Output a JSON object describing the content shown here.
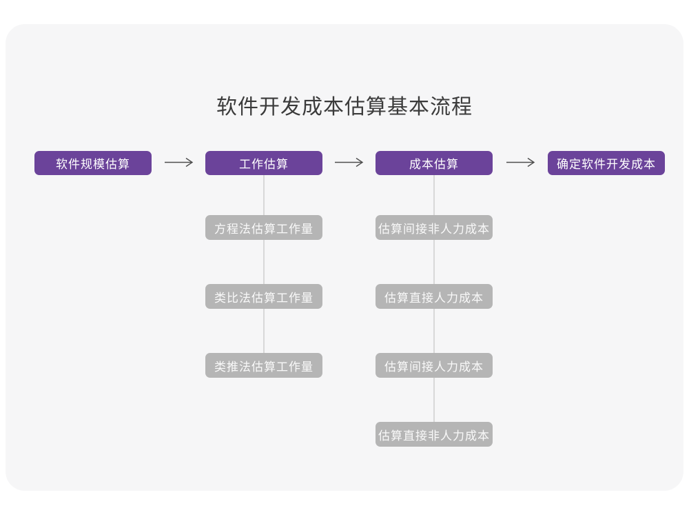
{
  "page": {
    "title": "软件开发成本估算基本流程"
  },
  "colors": {
    "accent_purple": "#6B439A",
    "gray_box": "#B5B5B5",
    "card_bg": "#F6F6F7",
    "connector": "#D8D8D8",
    "arrow": "#4D4D4D",
    "title_color": "#3B3B3B",
    "box_text": "#FFFFFF"
  },
  "flow": {
    "main_steps": [
      "软件规模估算",
      "工作估算",
      "成本估算",
      "确定软件开发成本"
    ],
    "work_substeps": [
      "方程法估算工作量",
      "类比法估算工作量",
      "类推法估算工作量"
    ],
    "cost_substeps": [
      "估算间接非人力成本",
      "估算直接人力成本",
      "估算间接人力成本",
      "估算直接非人力成本"
    ]
  }
}
